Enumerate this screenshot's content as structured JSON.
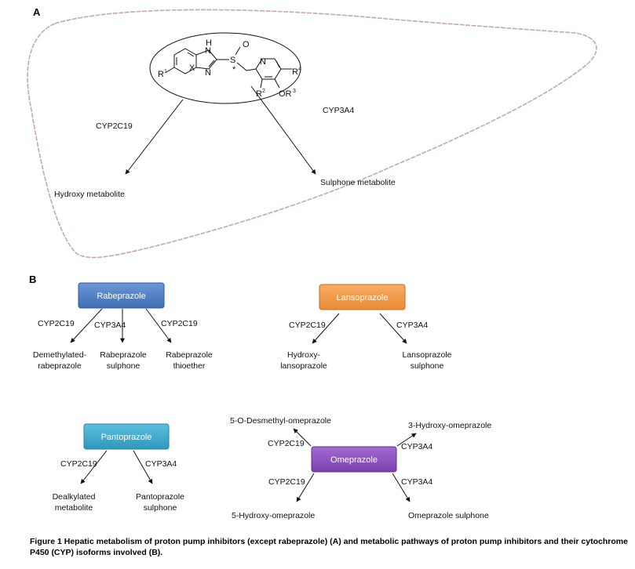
{
  "panel_a": {
    "label": "A",
    "enzymes": {
      "left": "CYP2C19",
      "right": "CYP3A4"
    },
    "products": {
      "left": "Hydroxy metabolite",
      "right": "Sulphone metabolite"
    },
    "structure": {
      "atoms": {
        "n_top": "N",
        "h": "H",
        "n_bottom": "N",
        "x": "X",
        "s": "S",
        "o": "O",
        "star_s": "*",
        "n_pyridine": "N",
        "r1": "R",
        "r1_sup": "1",
        "r2": "R",
        "r2_sup": "2",
        "or3": "OR",
        "or3_sup": "3",
        "r4": "R",
        "r4_sup": "4"
      }
    }
  },
  "panel_b": {
    "label": "B",
    "rabeprazole": {
      "name": "Rabeprazole",
      "color": "#4f7fc4",
      "enzymes": [
        "CYP2C19",
        "CYP3A4",
        "CYP2C19"
      ],
      "products": [
        [
          "Demethylated-",
          "rabeprazole"
        ],
        [
          "Rabeprazole",
          "sulphone"
        ],
        [
          "Rabeprazole",
          "thioether"
        ]
      ]
    },
    "lansoprazole": {
      "name": "Lansoprazole",
      "color": "#f39a4a",
      "enzymes": [
        "CYP2C19",
        "CYP3A4"
      ],
      "products": [
        [
          "Hydroxy-",
          "lansoprazole"
        ],
        [
          "Lansoprazole",
          "sulphone"
        ]
      ]
    },
    "pantoprazole": {
      "name": "Pantoprazole",
      "color": "#3aa6c9",
      "enzymes": [
        "CYP2C19",
        "CYP3A4"
      ],
      "products": [
        [
          "Dealkylated",
          "metabolite"
        ],
        [
          "Pantoprazole",
          "sulphone"
        ]
      ]
    },
    "omeprazole": {
      "name": "Omeprazole",
      "color": "#8a4fbd",
      "enzymes": [
        "CYP2C19",
        "CYP3A4",
        "CYP2C19",
        "CYP3A4"
      ],
      "products": [
        "5-O-Desmethyl-omeprazole",
        "3-Hydroxy-omeprazole",
        "5-Hydroxy-omeprazole",
        "Omeprazole sulphone"
      ]
    }
  },
  "caption": {
    "text": "Figure 1  Hepatic metabolism of proton pump inhibitors (except rabeprazole) (A) and metabolic pathways of proton pump inhibitors and their cytochrome P450 (CYP) isoforms involved (B)."
  }
}
